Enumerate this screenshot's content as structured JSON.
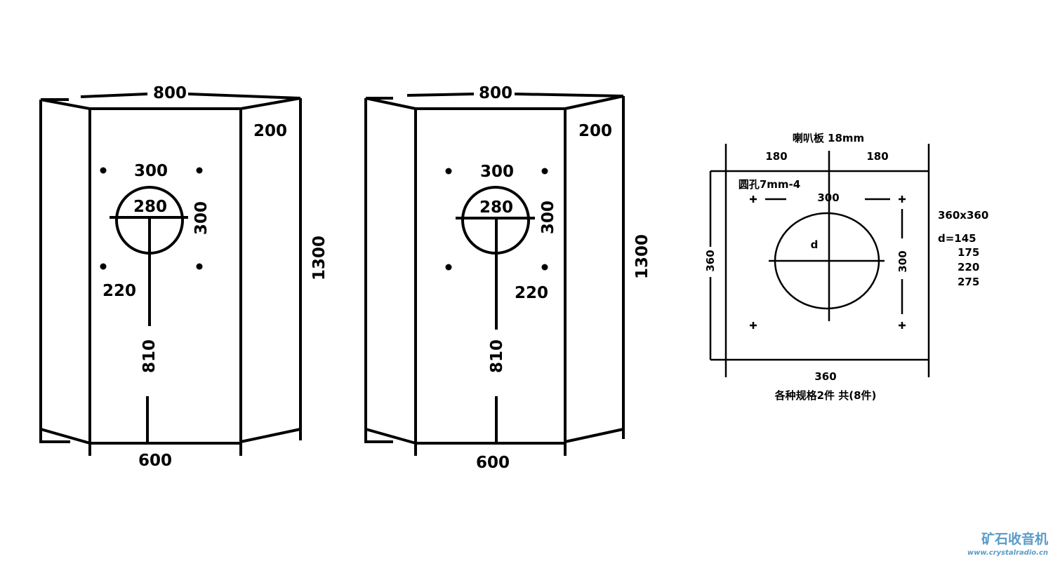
{
  "left_cabinet": {
    "width_label": "800",
    "side_label": "200",
    "height_label": "1300",
    "hole_spacing_h": "300",
    "hole_spacing_v": "300",
    "cutout_label": "280",
    "bottom_label": "220",
    "center_label": "810",
    "base_label": "600"
  },
  "right_cabinet": {
    "width_label": "800",
    "side_label": "200",
    "height_label": "1300",
    "hole_spacing_h": "300",
    "hole_spacing_v": "300",
    "cutout_label": "280",
    "bottom_label": "220",
    "center_label": "810",
    "base_label": "600"
  },
  "speaker_board": {
    "title": "喇叭板 18mm",
    "left_span": "180",
    "right_span": "180",
    "mount_hole": "圆孔7mm-4",
    "hole_spacing_h": "300",
    "hole_spacing_v": "300",
    "diameter_symbol": "d",
    "side_label": "360",
    "bottom_label": "360",
    "size": "360x360",
    "diameters": [
      "d=145",
      "175",
      "220",
      "275"
    ],
    "caption": "各种规格2件 共(8件)"
  },
  "watermark": {
    "name": "矿石收音机",
    "url": "www.crystalradio.cn",
    "color": "#5a9bc9"
  }
}
